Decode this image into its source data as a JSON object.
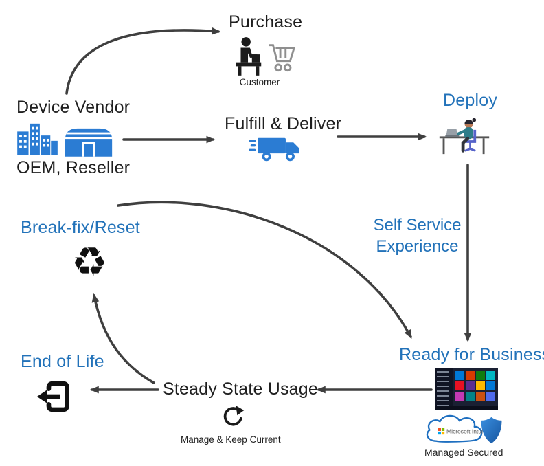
{
  "colors": {
    "blue_label": "#2272b9",
    "black_label": "#1f1f1f",
    "arrow": "#3f3f3f",
    "icon_blue": "#2b7cd3"
  },
  "nodes": {
    "purchase": {
      "title": "Purchase",
      "caption": "Customer"
    },
    "device_vendor": {
      "title": "Device Vendor",
      "caption": "OEM, Reseller"
    },
    "fulfill_deliver": {
      "title": "Fulfill & Deliver"
    },
    "deploy": {
      "title": "Deploy"
    },
    "self_service": {
      "line1": "Self Service",
      "line2": "Experience"
    },
    "ready_for_business": {
      "title": "Ready for Business",
      "caption": "Managed Secured",
      "intune_label": "Microsoft Intune"
    },
    "steady_state": {
      "title": "Steady State Usage",
      "caption": "Manage & Keep Current"
    },
    "end_of_life": {
      "title": "End of Life"
    },
    "break_fix": {
      "title": "Break-fix/Reset",
      "recycle_glyph": "♻"
    }
  },
  "icons": {
    "customer": "person-at-checkout-with-shopping-cart",
    "oem": "city-buildings",
    "reseller": "warehouse",
    "fulfill_deliver": "delivery-truck",
    "deploy": "person-working-at-desk",
    "ready_for_business": "windows-desktop-screenshot",
    "intune": "cloud-logo",
    "secured": "security-shield",
    "steady_state": "refresh-circular-arrow",
    "end_of_life": "sign-out-exit-arrow",
    "break_fix": "recycle-symbol"
  }
}
